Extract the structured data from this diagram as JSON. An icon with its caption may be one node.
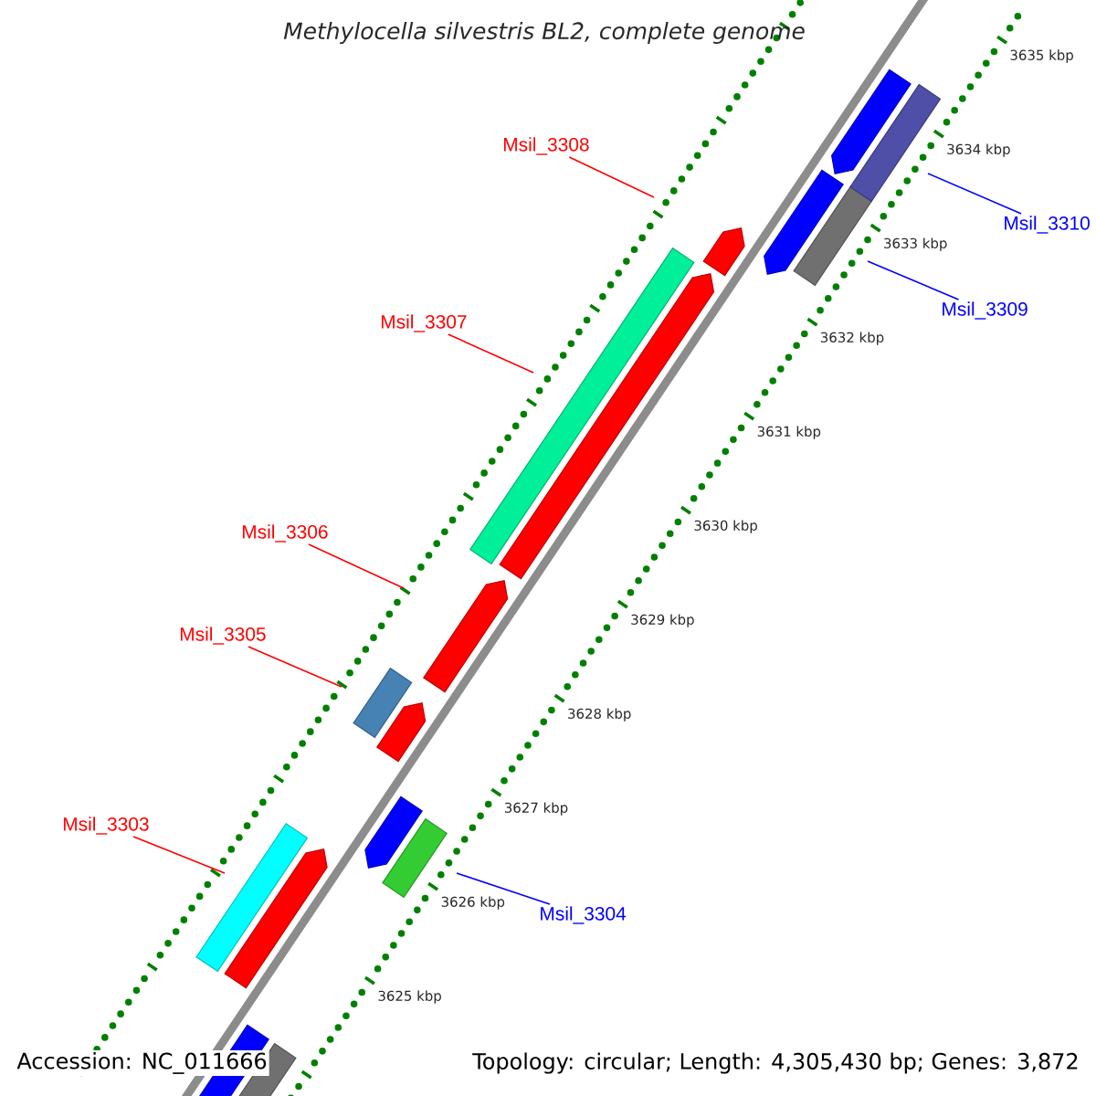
{
  "diagram": {
    "title": "Methylocella silvestris BL2, complete genome",
    "nodes": [
      {
        "text": [
          "Msil_3308"
        ]
      },
      {
        "text": [
          "Msil_3307"
        ]
      },
      {
        "text": [
          "Msil_3306"
        ]
      },
      {
        "text": [
          "Msil_3305"
        ]
      },
      {
        "text": [
          "Msil_3303"
        ]
      },
      {
        "text": [
          "Msil_3310"
        ]
      },
      {
        "text": [
          "Msil_3309"
        ]
      },
      {
        "text": [
          "Msil_3304"
        ]
      }
    ],
    "edges": [
      {
        "from": 0,
        "to": null,
        "arrow": "none"
      },
      {
        "from": 1,
        "to": null,
        "arrow": "none"
      },
      {
        "from": 2,
        "to": null,
        "arrow": "none"
      },
      {
        "from": 3,
        "to": null,
        "arrow": "none"
      },
      {
        "from": 4,
        "to": null,
        "arrow": "none"
      },
      {
        "from": 5,
        "to": null,
        "arrow": "none",
        "color": "#0000ff"
      },
      {
        "from": 6,
        "to": null,
        "arrow": "none",
        "color": "#0000ff"
      },
      {
        "from": 7,
        "to": null,
        "arrow": "none",
        "color": "#0000ff"
      }
    ],
    "labels": [
      "3635 kbp",
      "3634 kbp",
      "3633 kbp",
      "3632 kbp",
      "3631 kbp",
      "3630 kbp",
      "3629 kbp",
      "3628 kbp",
      "3627 kbp",
      "3626 kbp",
      "3625 kbp",
      "Accession: NC_011666",
      "Topology: circular; Length: 4,305,430 bp; Genes: 3,872"
    ]
  }
}
